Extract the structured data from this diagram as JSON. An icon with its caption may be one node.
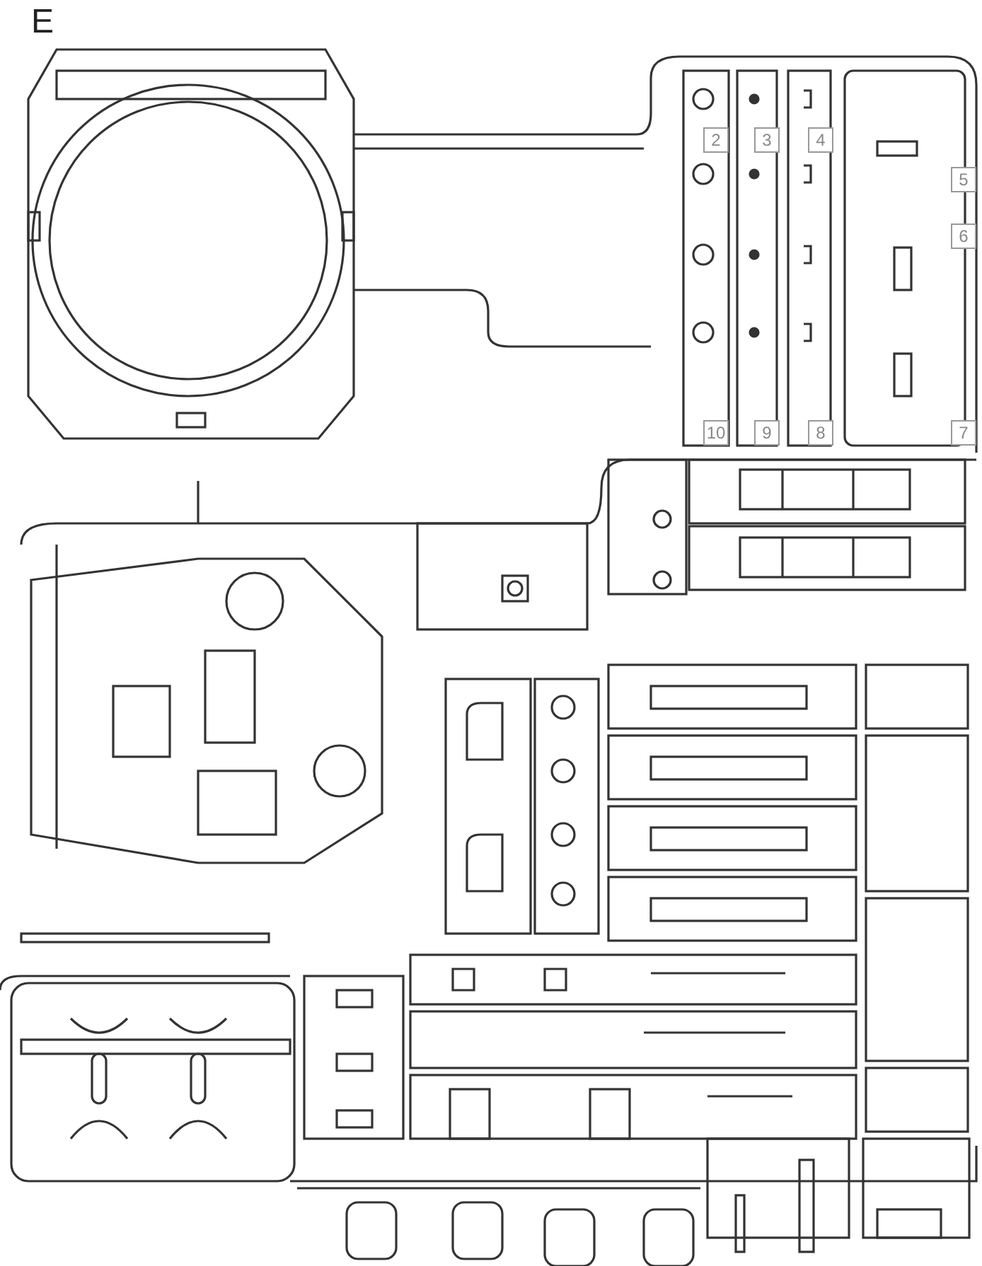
{
  "diagram": {
    "title": "E",
    "labels": [
      "2",
      "3",
      "4",
      "5",
      "6",
      "10",
      "9",
      "8",
      "7"
    ]
  }
}
